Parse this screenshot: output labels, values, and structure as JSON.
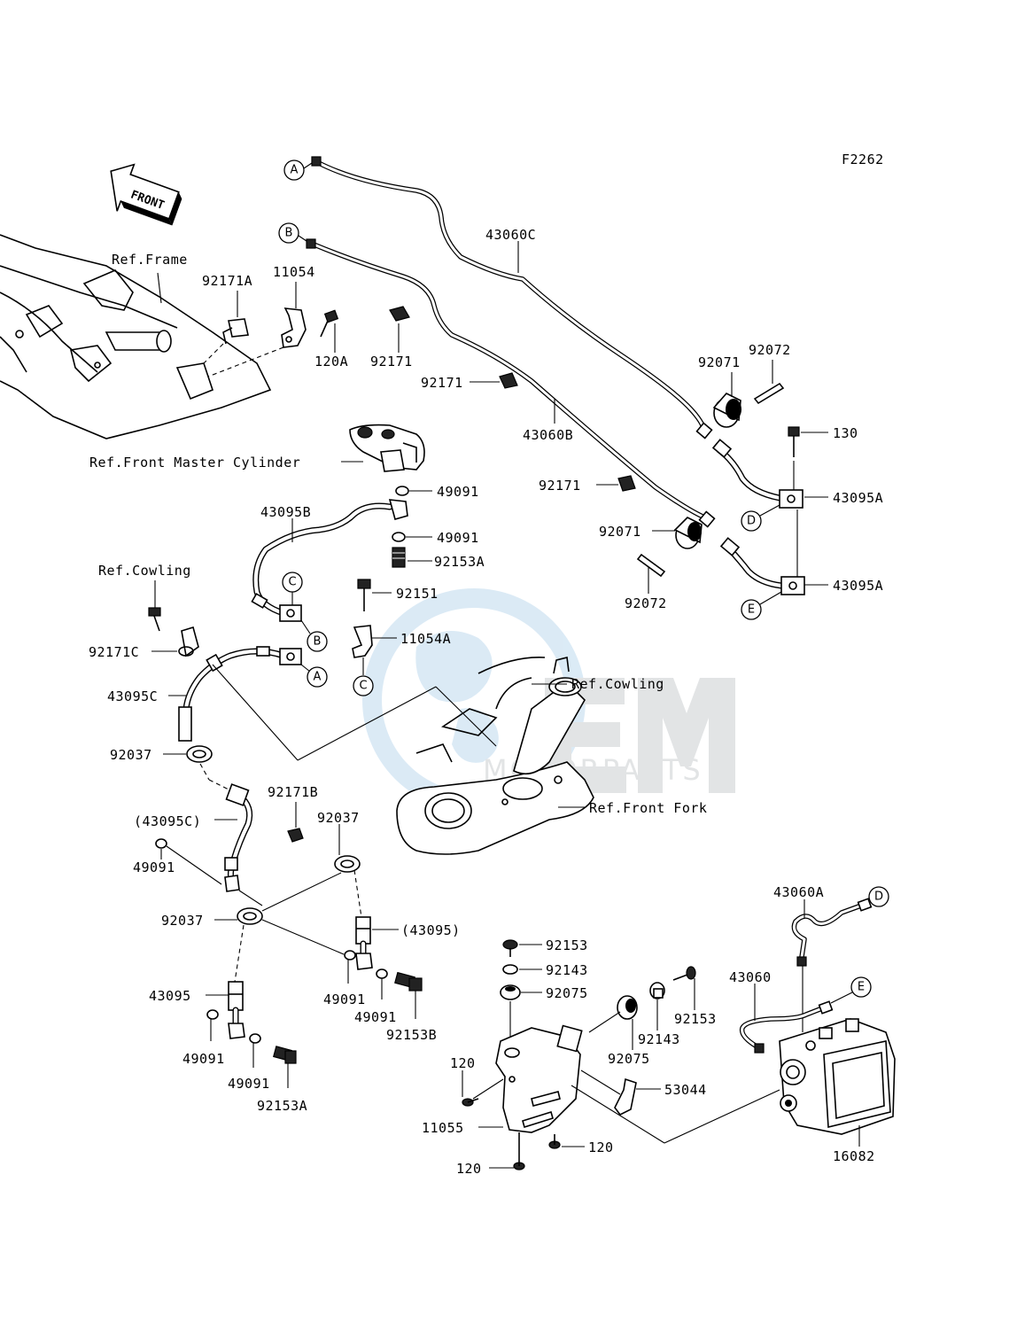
{
  "figure_code": "F2262",
  "front_arrow_text": "FRONT",
  "watermark": {
    "brand": "Gem",
    "sub": "MOTORPARTS"
  },
  "refs": {
    "frame": "Ref.Frame",
    "front_master_cylinder": "Ref.Front Master Cylinder",
    "cowling_left": "Ref.Cowling",
    "cowling_right": "Ref.Cowling",
    "front_fork": "Ref.Front Fork"
  },
  "connectors": [
    "A",
    "B",
    "C",
    "D",
    "E"
  ],
  "part_labels": {
    "p92171A": "92171A",
    "p11054": "11054",
    "p120A": "120A",
    "p92171_top": "92171",
    "p92171_mid": "92171",
    "p92171_lower": "92171",
    "p43060C": "43060C",
    "p43060B": "43060B",
    "p92071_top": "92071",
    "p92072_top": "92072",
    "p130": "130",
    "p43095A_top": "43095A",
    "p43095A_bot": "43095A",
    "p92071_bot": "92071",
    "p92072_bot": "92072",
    "p49091_a": "49091",
    "p49091_b": "49091",
    "p92153A_top": "92153A",
    "p43095B": "43095B",
    "p92151": "92151",
    "p11054A": "11054A",
    "p92171C": "92171C",
    "p43095C": "43095C",
    "p92037_a": "92037",
    "p43095C_paren": "(43095C)",
    "p92171B": "92171B",
    "p92037_b": "92037",
    "p49091_c": "49091",
    "p92037_c": "92037",
    "p43095_paren": "(43095)",
    "p43095": "43095",
    "p49091_d": "49091",
    "p49091_e": "49091",
    "p49091_f": "49091",
    "p49091_g": "49091",
    "p92153B": "92153B",
    "p92153A_bot": "92153A",
    "p92153_a": "92153",
    "p92143_a": "92143",
    "p92075_a": "92075",
    "p92153_b": "92153",
    "p92143_b": "92143",
    "p92075_b": "92075",
    "p120_a": "120",
    "p120_b": "120",
    "p120_c": "120",
    "p11055": "11055",
    "p53044": "53044",
    "p43060A": "43060A",
    "p43060": "43060",
    "p16082": "16082"
  }
}
